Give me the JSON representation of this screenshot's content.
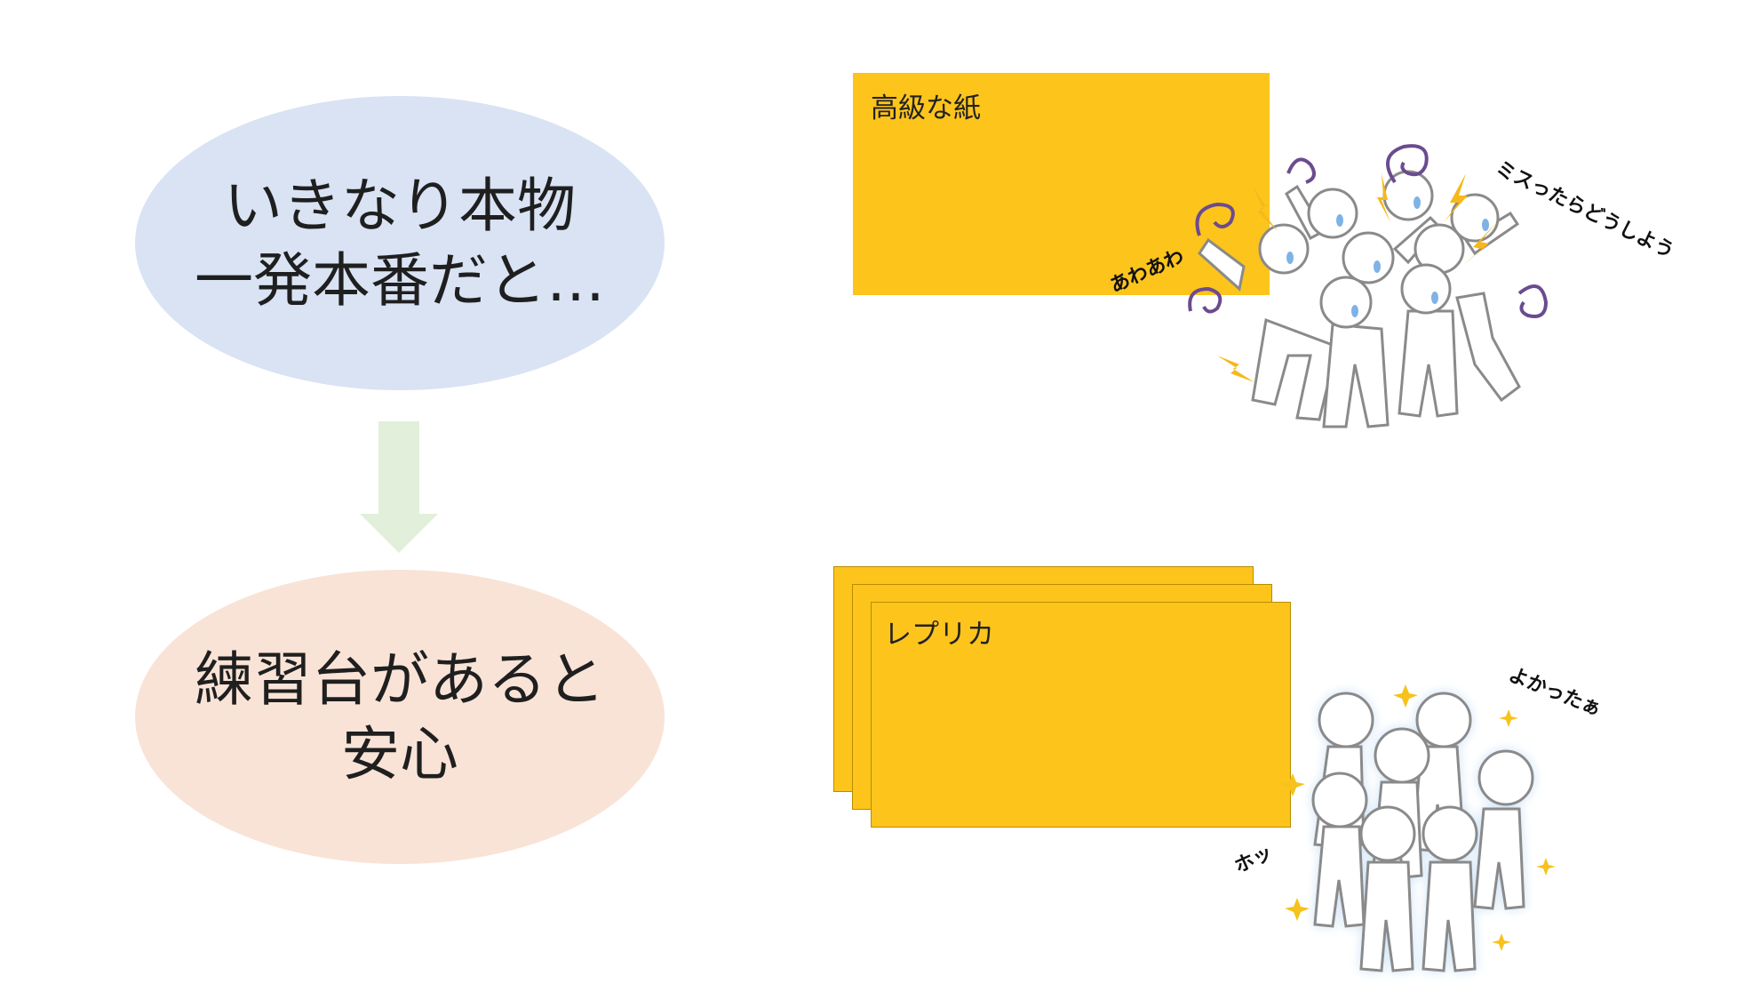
{
  "left": {
    "top_ellipse_text": "いきなり本物\n一発本番だと…",
    "bottom_ellipse_text": "練習台があると\n安心"
  },
  "right": {
    "premium_paper_label": "高級な紙",
    "replica_label": "レプリカ",
    "panic_speech_1": "ミスったらどうしよう",
    "panic_speech_2": "あわあわ",
    "relief_speech_1": "よかったぁ",
    "relief_speech_2": "ホッ"
  },
  "colors": {
    "top_ellipse": "#d9e3f4",
    "bottom_ellipse": "#f9e3d7",
    "arrow": "#e2efda",
    "paper": "#fdc41c",
    "lightning": "#f6b81b",
    "swirl": "#6b4b8f",
    "sweat": "#7fb3e6",
    "glow": "#cfe3f7"
  },
  "icons": [
    "down-arrow-icon",
    "panicking-crowd-illustration",
    "relieved-crowd-illustration"
  ]
}
